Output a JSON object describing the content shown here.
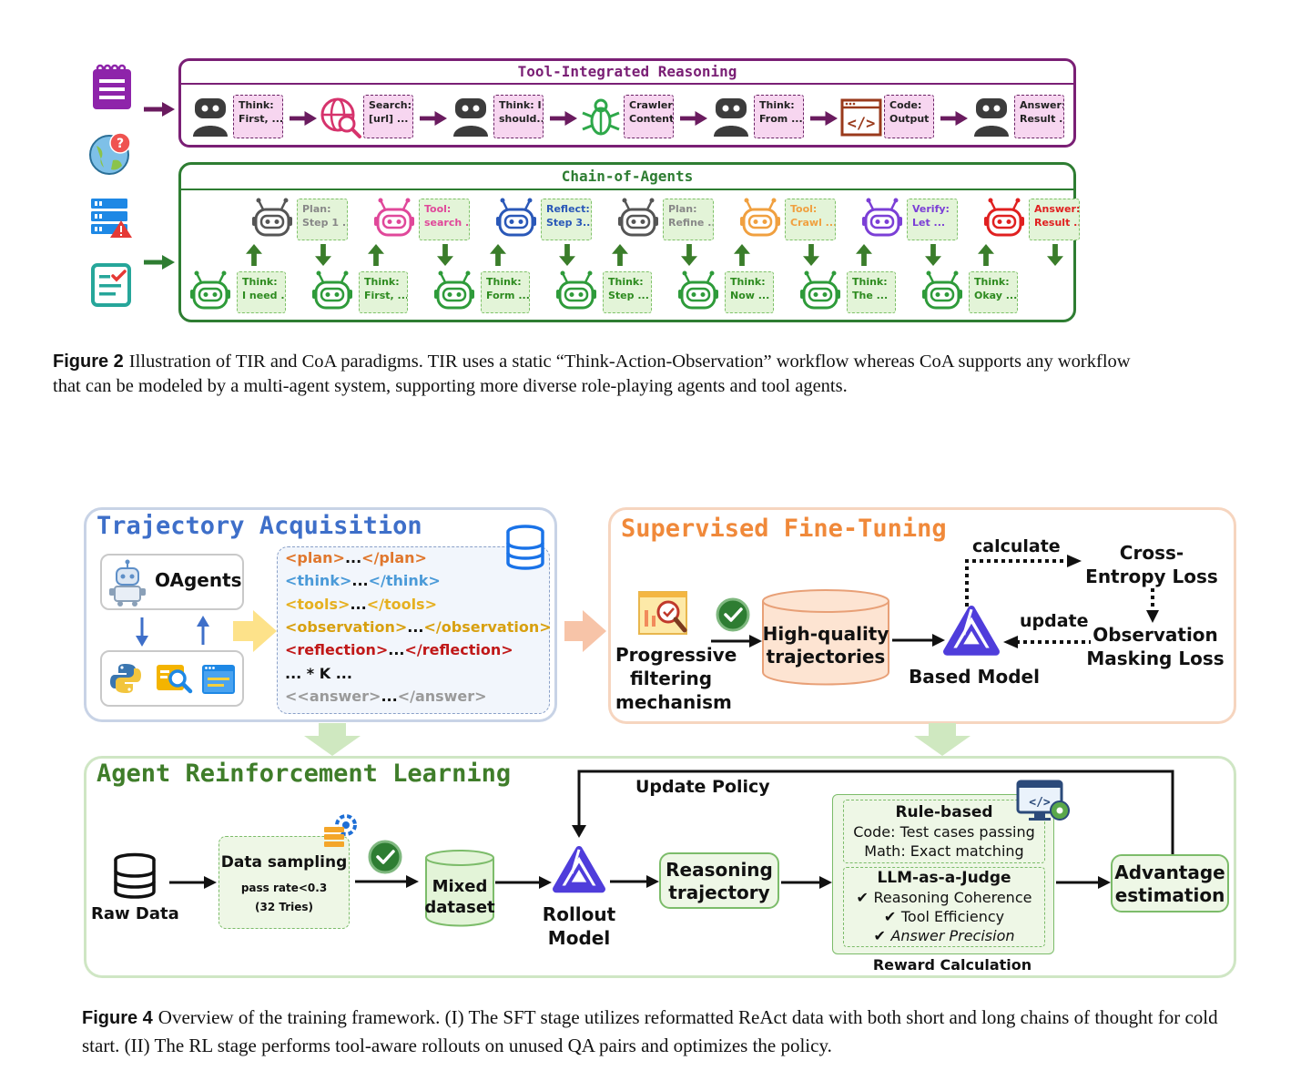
{
  "figure2": {
    "tir_title": "Tool-Integrated Reasoning",
    "coa_title": "Chain-of-Agents",
    "tir_steps": [
      {
        "l1": "Think:",
        "l2": "First, ..."
      },
      {
        "l1": "Search:",
        "l2": "[url] ..."
      },
      {
        "l1": "Think: I",
        "l2": "should..."
      },
      {
        "l1": "Crawler:",
        "l2": "Content..."
      },
      {
        "l1": "Think:",
        "l2": "From ..."
      },
      {
        "l1": "Code:",
        "l2": "Output ..."
      },
      {
        "l1": "Answer:",
        "l2": "Result ..."
      }
    ],
    "coa_top": [
      {
        "l1": "Plan:",
        "l2": "Step 1 ...",
        "color": "#888888"
      },
      {
        "l1": "Tool:",
        "l2": "search ...",
        "color": "#e0489a"
      },
      {
        "l1": "Reflect:",
        "l2": "Step 3...",
        "color": "#2a58b8"
      },
      {
        "l1": "Plan:",
        "l2": "Refine ...",
        "color": "#888888"
      },
      {
        "l1": "Tool:",
        "l2": "Crawl ...",
        "color": "#f0a040"
      },
      {
        "l1": "Verify:",
        "l2": "Let ...",
        "color": "#7b3fd6"
      },
      {
        "l1": "Answer:",
        "l2": "Result ...",
        "color": "#e02020"
      }
    ],
    "coa_bottom": [
      {
        "l1": "Think:",
        "l2": "I need ..."
      },
      {
        "l1": "Think:",
        "l2": "First, ..."
      },
      {
        "l1": "Think:",
        "l2": "Form ..."
      },
      {
        "l1": "Think:",
        "l2": "Step ..."
      },
      {
        "l1": "Think:",
        "l2": "Now ..."
      },
      {
        "l1": "Think:",
        "l2": "The ..."
      },
      {
        "l1": "Think:",
        "l2": "Okay ..."
      }
    ],
    "caption_label": "Figure 2",
    "caption_text": "Illustration of TIR and CoA paradigms. TIR uses a static “Think-Action-Observation” workflow whereas CoA supports any workflow that can be modeled by a multi-agent system, supporting more diverse role-playing agents and tool agents."
  },
  "figure4": {
    "traj": {
      "title": "Trajectory Acquisition",
      "oagents": "OAgents",
      "tags": [
        {
          "open": "<plan>",
          "mid": "...",
          "close": "</plan>",
          "color": "#e0772d"
        },
        {
          "open": "<think>",
          "mid": "...",
          "close": "</think>",
          "color": "#4a9ad8"
        },
        {
          "open": "<tools>",
          "mid": "...",
          "close": "</tools>",
          "color": "#e6b020"
        },
        {
          "open": "<observation>",
          "mid": "...",
          "close": "</observation>",
          "color": "#d8a010"
        },
        {
          "open": "<reflection>",
          "mid": "...",
          "close": "</reflection>",
          "color": "#c01818"
        },
        {
          "open": "...   * K  ...",
          "mid": "",
          "close": "",
          "color": "#111111"
        },
        {
          "open": "<<answer>",
          "mid": "...",
          "close": "</answer>",
          "color": "#9a9a9a"
        }
      ]
    },
    "sft": {
      "title": "Supervised Fine-Tuning",
      "progressive": "Progressive filtering mechanism",
      "hq": "High-quality trajectories",
      "based": "Based Model",
      "calculate": "calculate",
      "ce": "Cross-Entropy Loss",
      "update": "update",
      "oml": "Observation Masking Loss"
    },
    "rl": {
      "title": "Agent Reinforcement Learning",
      "raw": "Raw Data",
      "sampling": "Data sampling",
      "pass": "pass rate<0.3",
      "tries": "(32 Tries)",
      "mixed": "Mixed dataset",
      "rollout": "Rollout Model",
      "update_policy": "Update Policy",
      "reasoning": "Reasoning trajectory",
      "rule": "Rule-based",
      "code": "Code: Test cases passing",
      "math": "Math: Exact matching",
      "judge": "LLM-as-a-Judge",
      "coh": "Reasoning Coherence",
      "eff": "Tool Efficiency",
      "prec": "Answer Precision",
      "reward": "Reward Calculation",
      "adv": "Advantage estimation"
    },
    "caption_label": "Figure 4",
    "caption_text": "Overview of the training framework. (I) The SFT stage utilizes reformatted ReAct data with both short and long chains of thought for cold start. (II) The RL stage performs tool-aware rollouts on unused QA pairs and optimizes the policy."
  }
}
